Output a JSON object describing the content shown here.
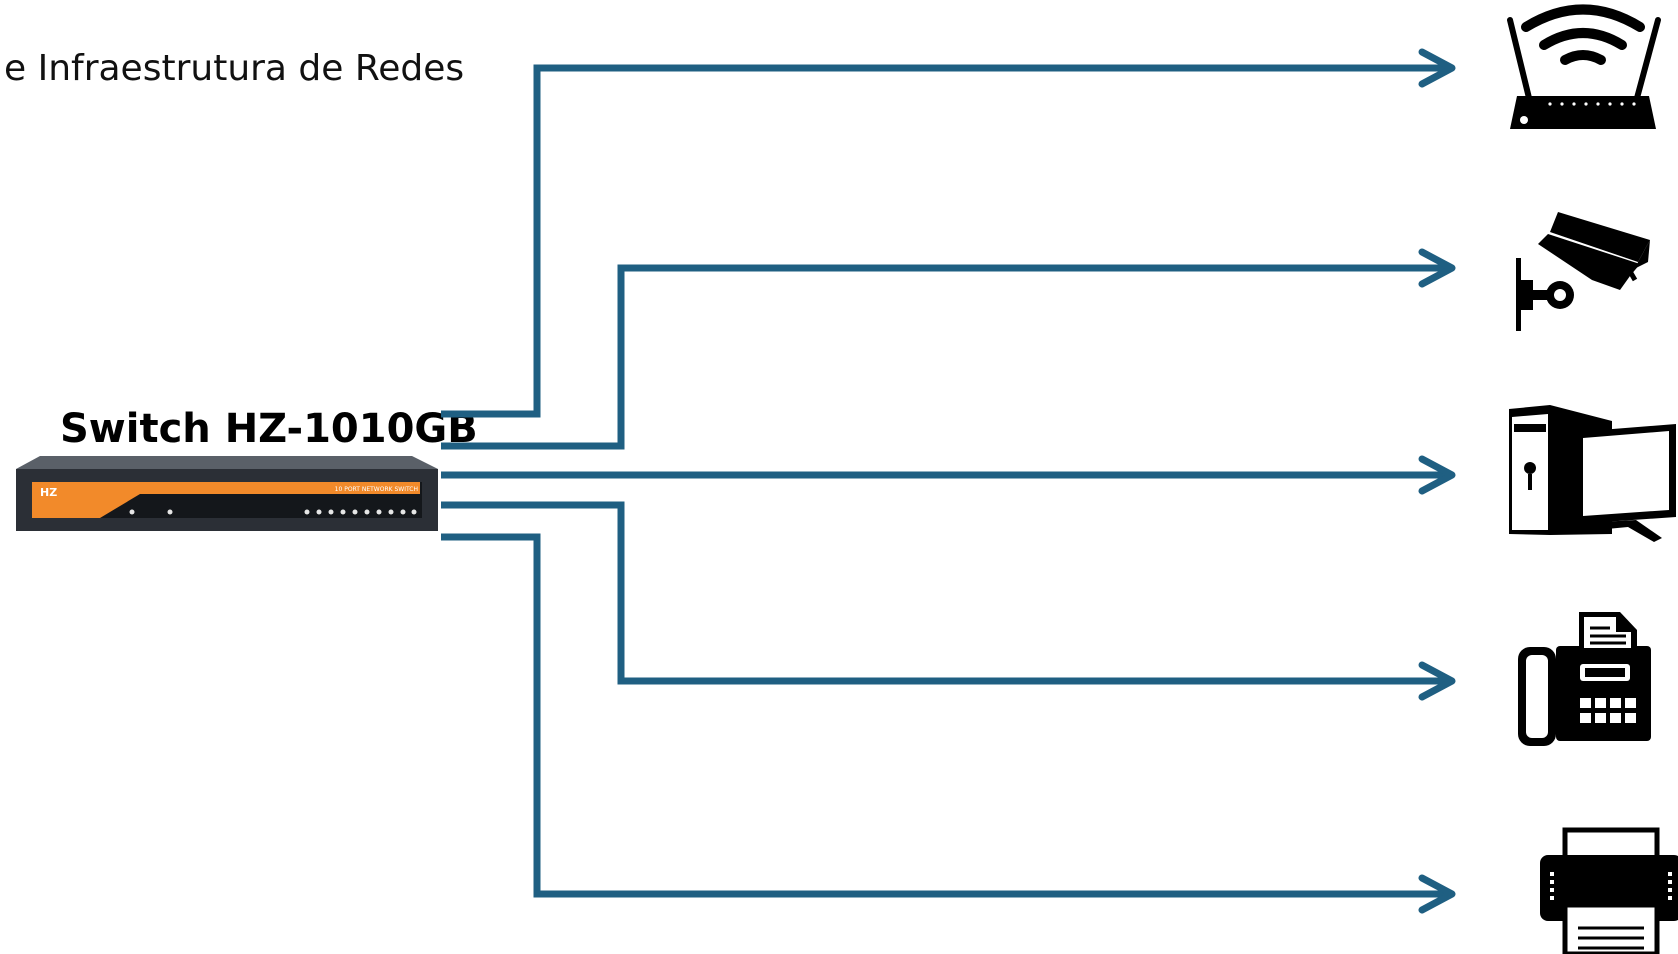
{
  "heading": "e Infraestrutura de Redes",
  "switch": {
    "title": "Switch HZ-1010GB",
    "brand": "HZ",
    "panel_label": "10 PORT NETWORK SWITCH"
  },
  "devices": [
    {
      "icon": "wifi-router-icon"
    },
    {
      "icon": "security-camera-icon"
    },
    {
      "icon": "desktop-computer-icon"
    },
    {
      "icon": "fax-machine-icon"
    },
    {
      "icon": "printer-icon"
    }
  ],
  "colors": {
    "connector": "#1f5f82",
    "switch_accent": "#f28a2a",
    "switch_body": "#2b2f36"
  }
}
